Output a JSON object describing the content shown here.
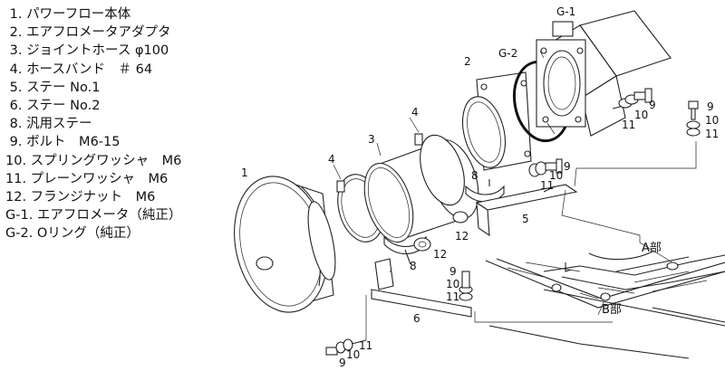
{
  "legend": [
    {
      "no": " 1.",
      "name": "パワーフロー本体"
    },
    {
      "no": " 2.",
      "name": "エアフロメータアダプタ"
    },
    {
      "no": " 3.",
      "name": "ジョイントホース φ100"
    },
    {
      "no": " 4.",
      "name": "ホースバンド　＃ 64"
    },
    {
      "no": " 5.",
      "name": "ステー No.1"
    },
    {
      "no": " 6.",
      "name": "ステー No.2"
    },
    {
      "no": " 8.",
      "name": "汎用ステー"
    },
    {
      "no": " 9.",
      "name": "ボルト　M6-15"
    },
    {
      "no": "10.",
      "name": "スプリングワッシャ　M6"
    },
    {
      "no": "11.",
      "name": "プレーンワッシャ　M6"
    },
    {
      "no": "12.",
      "name": "フランジナット　M6"
    },
    {
      "no": "G-1.",
      "name": "エアフロメータ（純正）"
    },
    {
      "no": "G-2.",
      "name": "Oリング（純正）"
    }
  ],
  "callouts": {
    "g1": "G-1",
    "g2": "G-2",
    "p1": "1",
    "p2": "2",
    "p3": "3",
    "p4a": "4",
    "p4b": "4",
    "p5": "5",
    "p6": "6",
    "p8a": "8",
    "p8b": "8",
    "p9a": "9",
    "p9b": "9",
    "p9c": "9",
    "p9d": "9",
    "p9e": "9",
    "p10a": "10",
    "p10b": "10",
    "p10c": "10",
    "p10d": "10",
    "p10e": "10",
    "p11a": "11",
    "p11b": "11",
    "p11c": "11",
    "p11d": "11",
    "p11e": "11",
    "p12a": "12",
    "p12b": "12",
    "section_a": "A部",
    "section_b": "B部"
  }
}
